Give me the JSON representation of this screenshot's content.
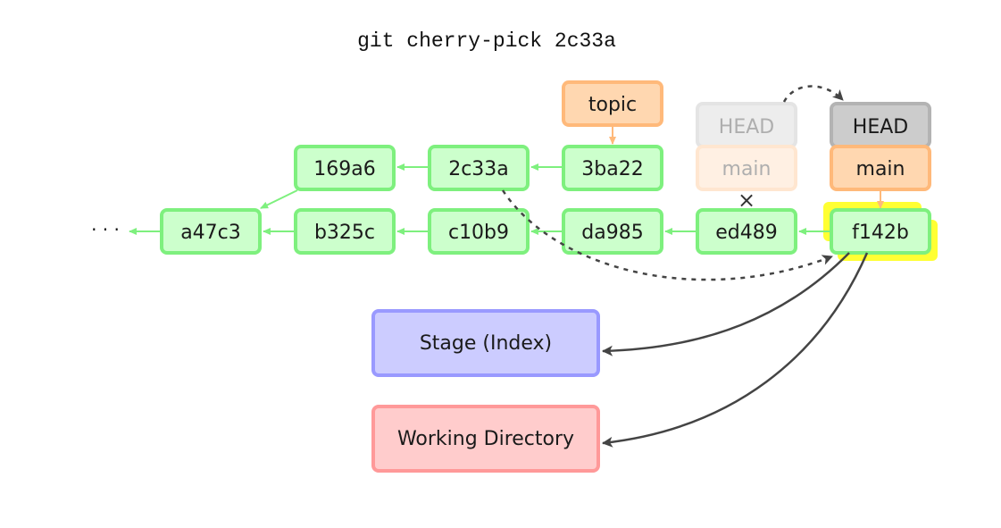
{
  "title": "git cherry-pick 2c33a",
  "ellipsis": "· · ·",
  "commits": {
    "c_169a6": "169a6",
    "c_2c33a": "2c33a",
    "c_3ba22": "3ba22",
    "c_a47c3": "a47c3",
    "c_b325c": "b325c",
    "c_c10b9": "c10b9",
    "c_da985": "da985",
    "c_ed489": "ed489",
    "c_f142b": "f142b"
  },
  "refs": {
    "topic": "topic",
    "old_head": "HEAD",
    "old_main": "main",
    "new_head": "HEAD",
    "new_main": "main"
  },
  "areas": {
    "stage": "Stage (Index)",
    "working_directory": "Working Directory"
  },
  "removed_marker": "×",
  "colors": {
    "commit_fill": "#ccffcc",
    "commit_stroke": "#7ef07e",
    "branch_fill": "#ffd7b0",
    "branch_stroke": "#ffb97a",
    "head_fill": "#cccccc",
    "stage_fill": "#ccccff",
    "workdir_fill": "#ffcccc",
    "highlight": "#ffff33"
  }
}
